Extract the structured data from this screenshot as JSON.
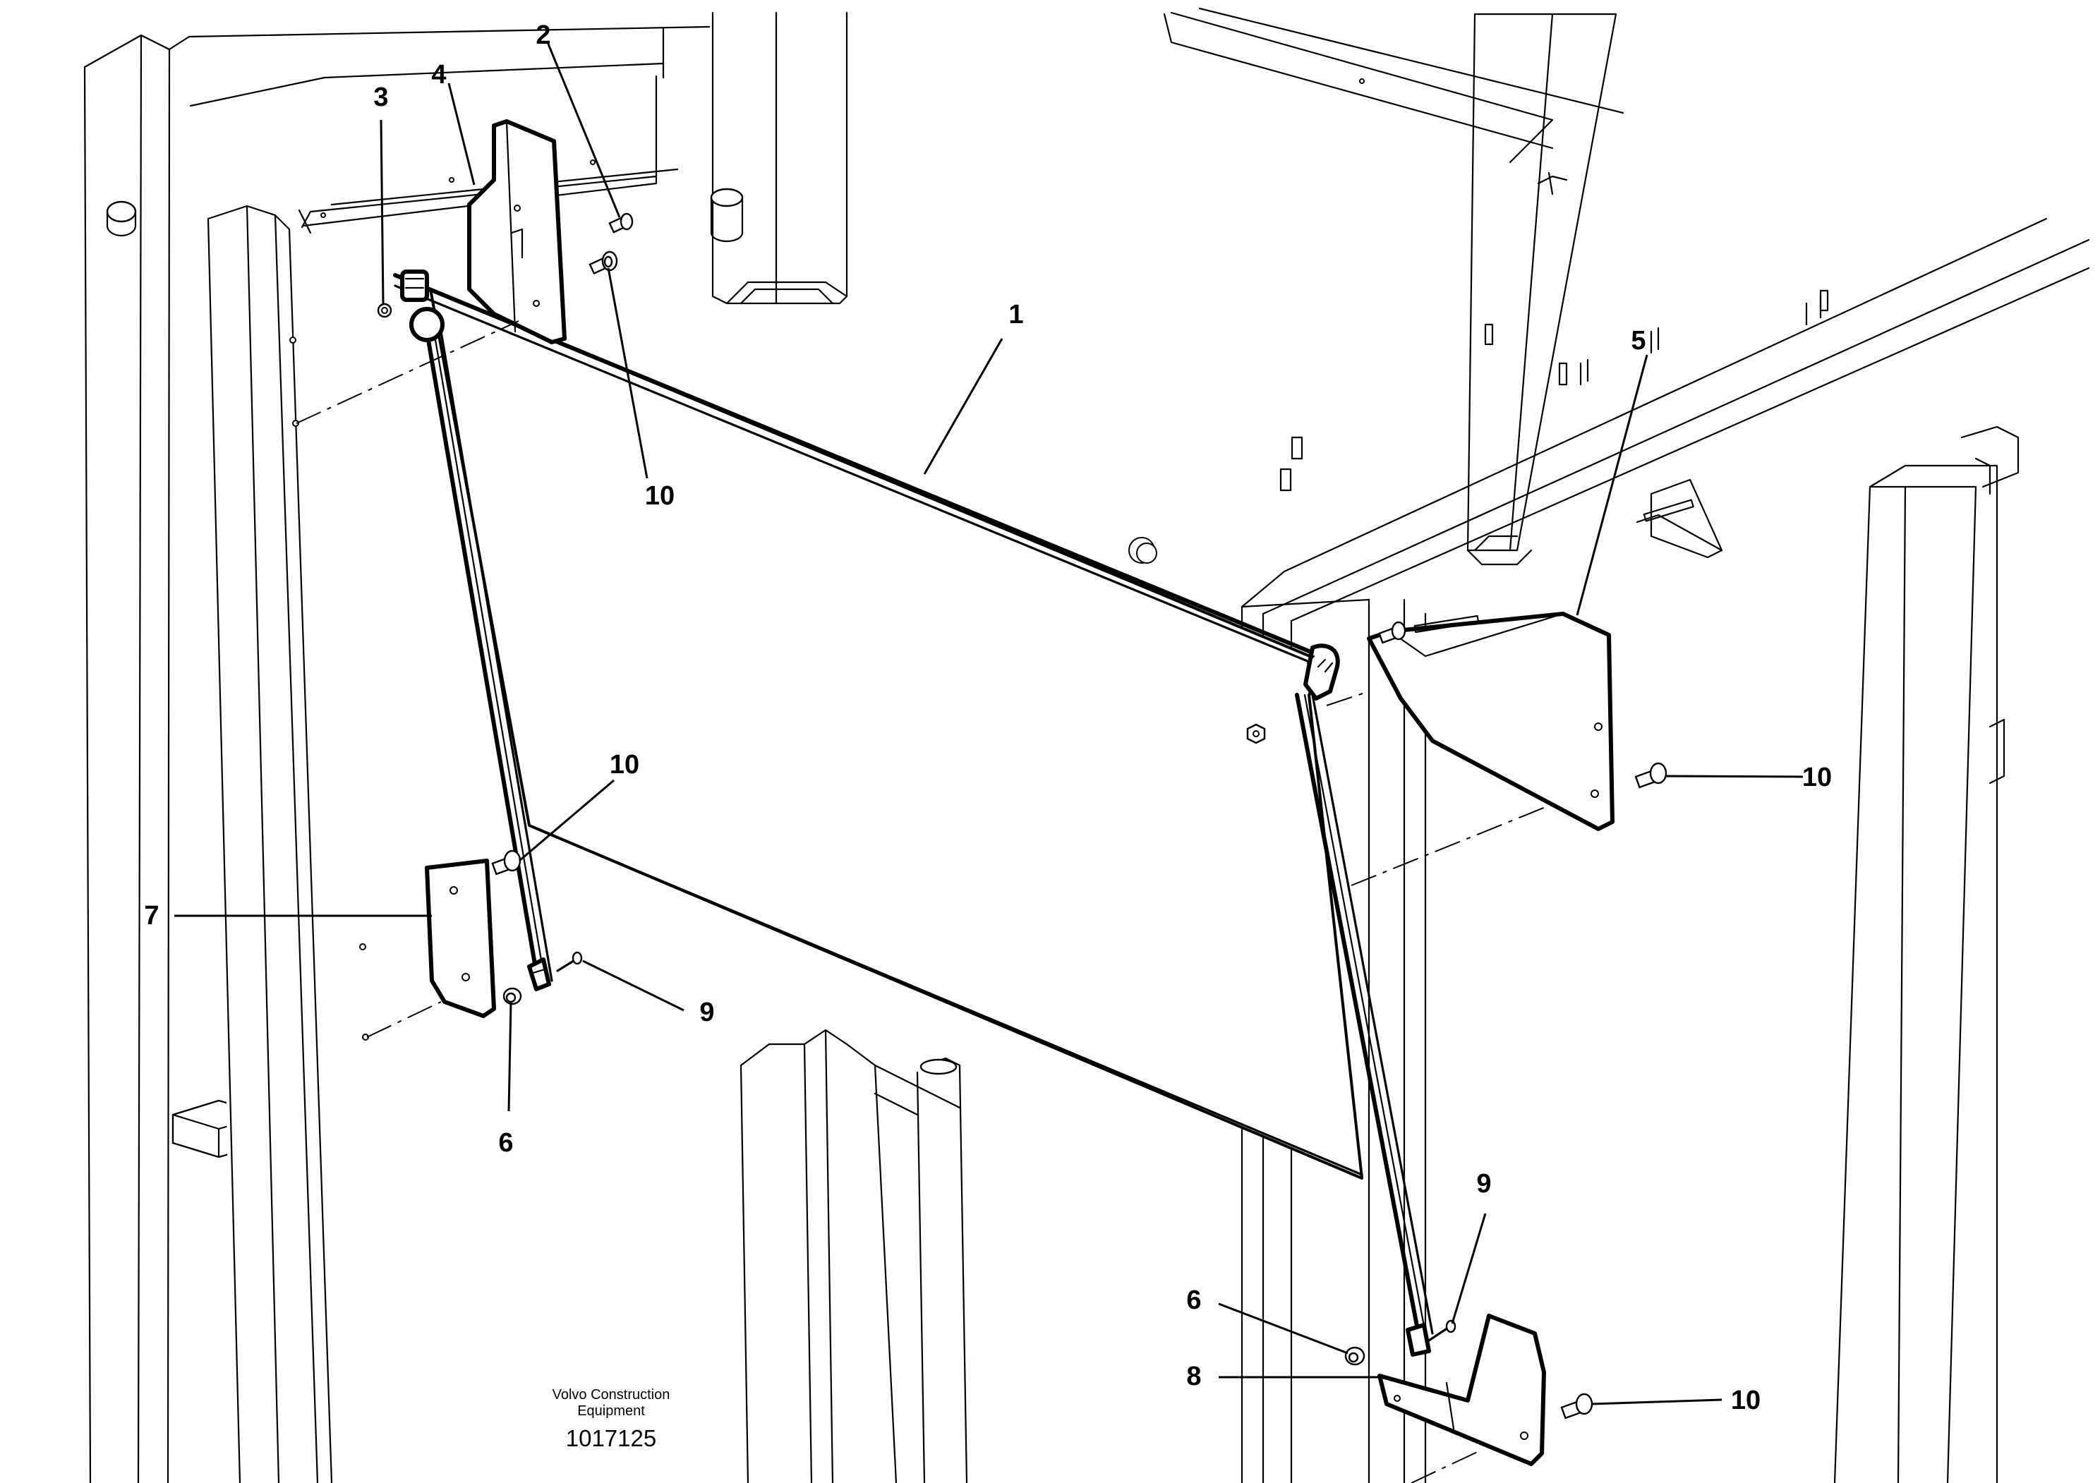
{
  "callouts": {
    "c1": "1",
    "c2": "2",
    "c3": "3",
    "c4": "4",
    "c5": "5",
    "c6a": "6",
    "c6b": "6",
    "c7": "7",
    "c8": "8",
    "c9a": "9",
    "c9b": "9",
    "c10a": "10",
    "c10b": "10",
    "c10c": "10",
    "c10d": "10"
  },
  "caption": {
    "line1": "Volvo Construction",
    "line2": "Equipment",
    "drawing_number": "1017125"
  }
}
